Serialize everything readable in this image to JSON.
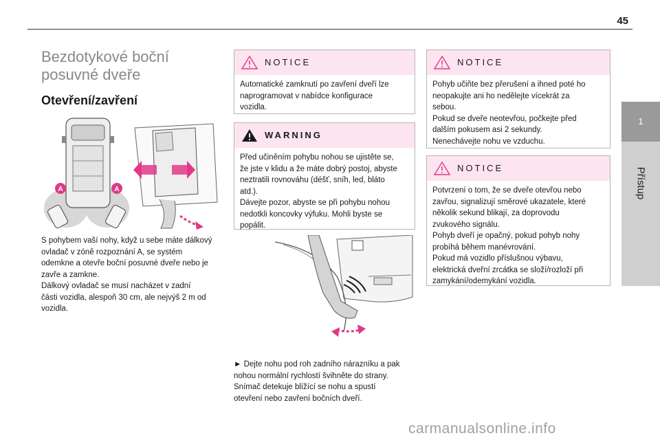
{
  "header": {
    "page_number": "45"
  },
  "side_tab": {
    "chapter_number": "1",
    "chapter_label": "Přístup"
  },
  "section": {
    "title_line1": "Bezdotykové boční",
    "title_line2": "posuvné dveře",
    "subtitle": "Otevření/zavření",
    "marker": "A"
  },
  "col1": {
    "lines": [
      "S pohybem vaší nohy, když u sebe máte dálkový",
      "ovladač v zóně rozpoznání A, se systém",
      "odemkne a otevře boční posuvné dveře nebo je",
      "zavře a zamkne.",
      "Dálkový ovladač se musí nacházet v zadní",
      "části vozidla, alespoň 30 cm, ale nejvýš 2 m od",
      "vozidla."
    ]
  },
  "notice1": {
    "title": "NOTICE",
    "lines": [
      "Automatické zamknutí po zavření dveří lze",
      "naprogramovat v nabídce konfigurace",
      "vozidla."
    ]
  },
  "warning": {
    "title": "WARNING",
    "lines": [
      "Před učiněním pohybu nohou se ujistěte se,",
      "že jste v klidu a že máte dobrý postoj, abyste",
      "neztratili rovnováhu (déšť, sníh, led, bláto",
      "atd.).",
      "Dávejte pozor, abyste se při pohybu nohou",
      "nedotkli koncovky výfuku. Mohli byste se",
      "popálit."
    ]
  },
  "col2": {
    "lines": [
      "► Dejte nohu pod roh zadního nárazníku a pak",
      "nohou normální rychlostí švihněte do strany.",
      "Snímač detekuje blížící se nohu a spustí",
      "otevření nebo zavření bočních dveří."
    ]
  },
  "notice2": {
    "title": "NOTICE",
    "lines": [
      "Pohyb učiňte bez přerušení a ihned poté ho",
      "neopakujte ani ho nedělejte vícekrát za",
      "sebou.",
      "Pokud se dveře neotevřou, počkejte před",
      "dalším pokusem asi 2 sekundy.",
      "Nenechávejte nohu ve vzduchu."
    ]
  },
  "notice3": {
    "title": "NOTICE",
    "lines": [
      "Potvrzení o tom, že se dveře otevřou nebo",
      "zavřou, signalizují směrové ukazatele, které",
      "několik sekund blikají, za doprovodu",
      "zvukového signálu.",
      "Pohyb dveří je opačný, pokud pohyb nohy",
      "probíhá během manévrování.",
      "Pokud má vozidlo příslušnou výbavu,",
      "elektrická dveřní zrcátka se složí/rozloží při",
      "zamykání/odemykání vozidla."
    ]
  },
  "watermark": {
    "text": "carmanualsonline.info"
  },
  "colors": {
    "notice_header": "#fce4f0",
    "accent_pink": "#e0398a",
    "tab_dark": "#9a9a9a",
    "tab_light": "#cfcfcf"
  }
}
